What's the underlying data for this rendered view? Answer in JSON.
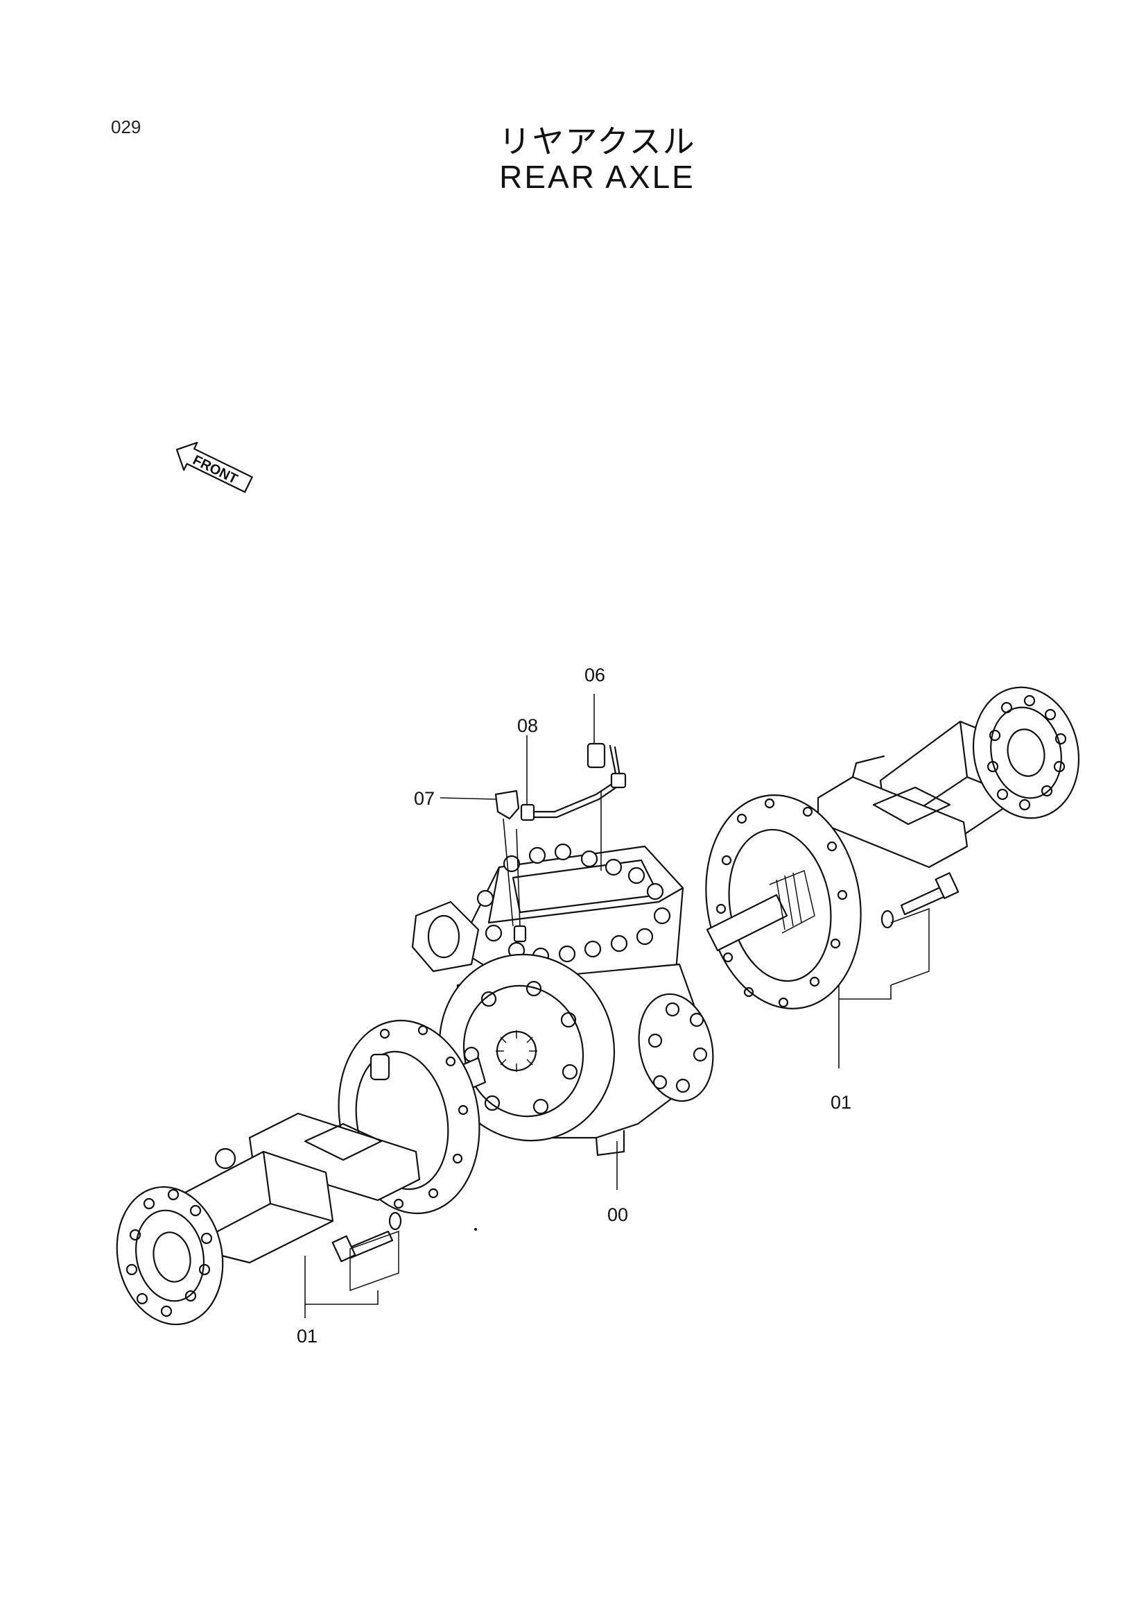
{
  "page": {
    "page_number": "029",
    "title_jp": "リヤアクスル",
    "title_en": "REAR AXLE"
  },
  "direction_arrow": {
    "label": "FRONT"
  },
  "callouts": {
    "c00": "00",
    "c01_left": "01",
    "c01_right": "01",
    "c06": "06",
    "c07": "07",
    "c08": "08"
  },
  "icons": {
    "direction": "front-arrow-icon"
  }
}
